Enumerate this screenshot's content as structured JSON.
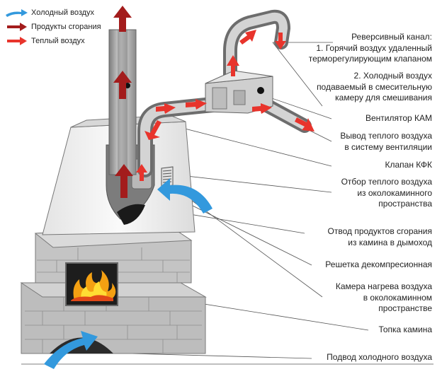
{
  "legend": {
    "cold": "Холодный воздух",
    "smoke": "Продукты сгорания",
    "warm": "Теплый воздух"
  },
  "labels": {
    "reverse": [
      "Реверсивный канал:",
      "1. Горячий воздух удаленный",
      "терморегулирующим клапаном"
    ],
    "reverse2": [
      "2. Холодный воздух",
      "подаваемый в смесительную",
      "камеру для смешивания"
    ],
    "fan": [
      "Вентилятор КАМ"
    ],
    "outlet": [
      "Вывод теплого воздуха",
      "в систему вентиляции"
    ],
    "valve": [
      "Клапан КФК"
    ],
    "intake": [
      "Отбор теплого воздуха",
      "из околокаминного",
      "пространства"
    ],
    "flue": [
      "Отвод продуктов сгорания",
      "из камина в дымоход"
    ],
    "grille": [
      "Решетка декомпресионная"
    ],
    "chamber": [
      "Камера нагрева воздуха",
      "в околокаминном",
      "пространстве"
    ],
    "firebox": [
      "Топка камина"
    ],
    "supply": [
      "Подвод холодного воздуха"
    ]
  },
  "colors": {
    "cold": "#3399dd",
    "smoke": "#a31c1c",
    "warm": "#e8342c",
    "duct": "#9a9a9a",
    "hood": "#f2f2f2",
    "brick": "#a8a8a8"
  }
}
